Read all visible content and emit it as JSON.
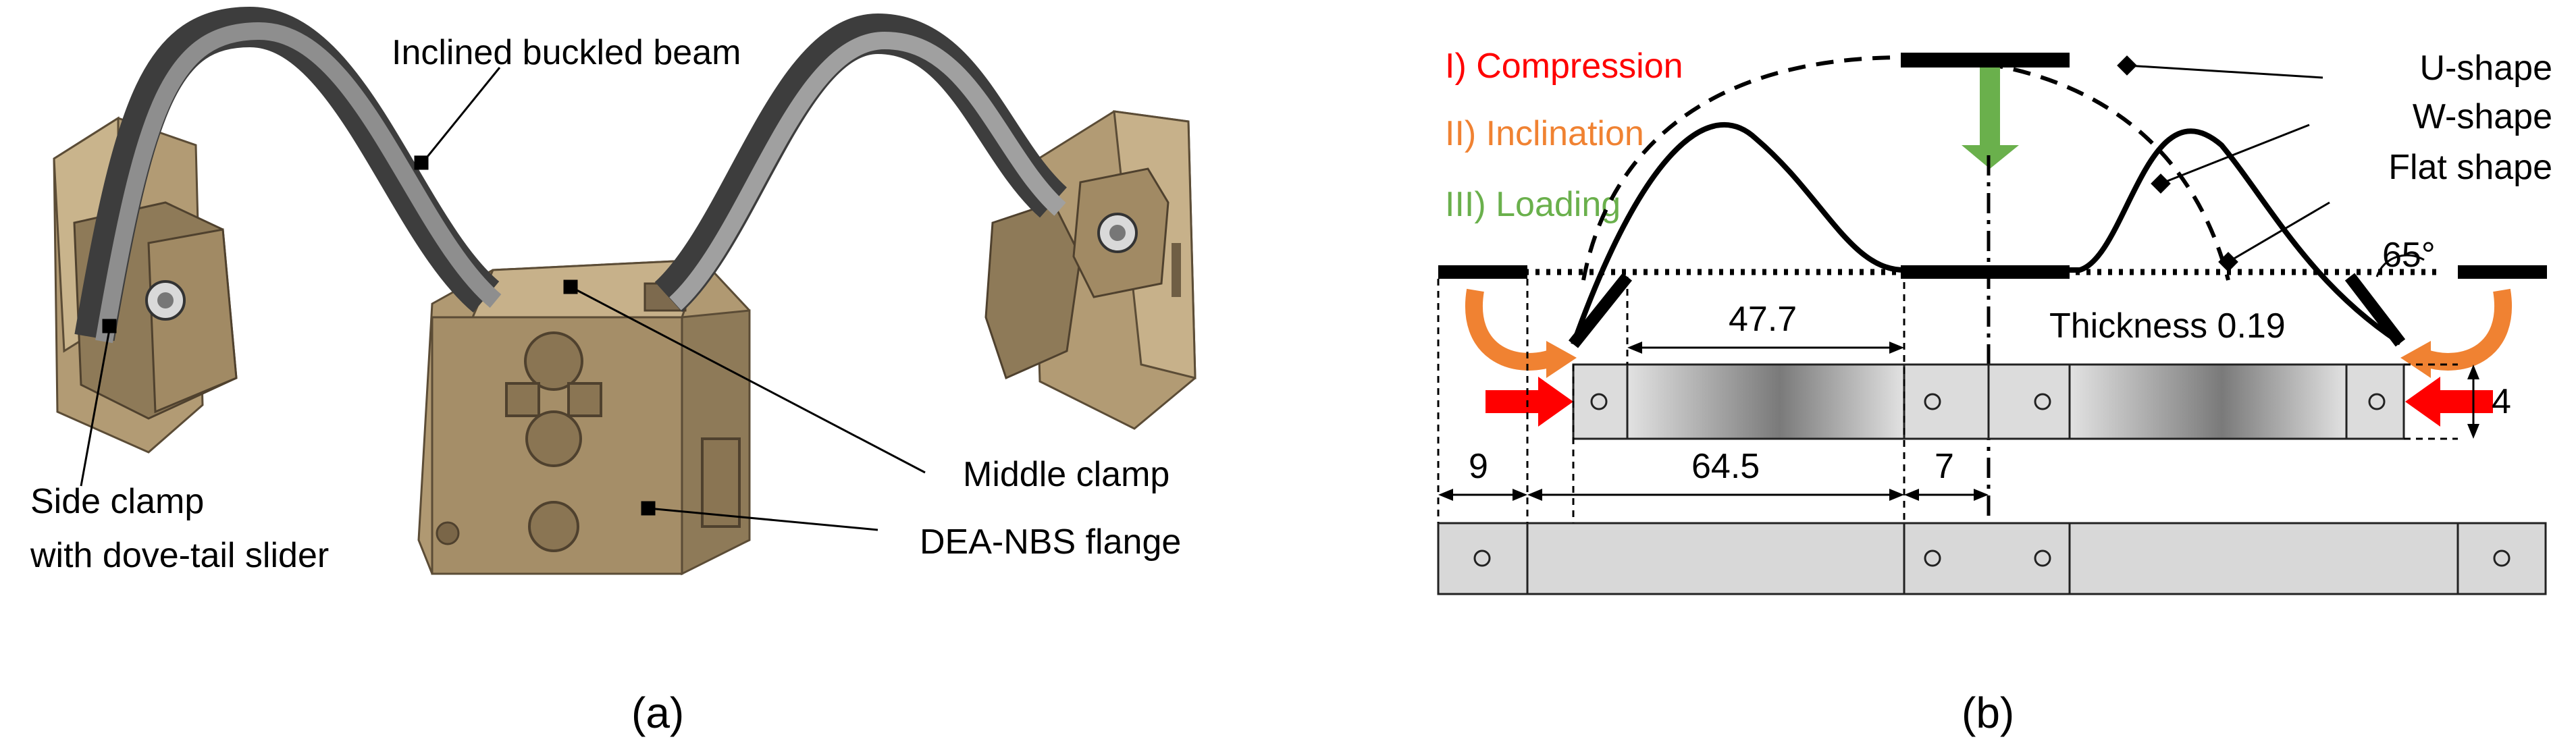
{
  "panel_a": {
    "caption": "(a)",
    "labels": {
      "beam": "Inclined buckled beam",
      "side_clamp_1": "Side clamp",
      "side_clamp_2": "with dove-tail slider",
      "middle_clamp": "Middle clamp",
      "flange": "DEA-NBS flange"
    }
  },
  "panel_b": {
    "caption": "(b)",
    "steps": {
      "compression": "I) Compression",
      "inclination": "II) Inclination",
      "loading": "III) Loading"
    },
    "shapes": {
      "u": "U-shape",
      "w": "W-shape",
      "flat": "Flat shape"
    },
    "dims": {
      "d477": "47.7",
      "d645": "64.5",
      "d9": "9",
      "d7": "7",
      "d4": "4",
      "thickness": "Thickness 0.19",
      "angle": "65°"
    }
  },
  "colors": {
    "compression": "#ff0000",
    "inclination": "#f08232",
    "loading": "#6ab04c",
    "clamp_fill": "#a8916c",
    "clamp_dark": "#7d6a4e",
    "beam_dark": "#4a4a4a",
    "beam_light": "#9a9a9a",
    "strip_fill": "#d8d8d8"
  }
}
